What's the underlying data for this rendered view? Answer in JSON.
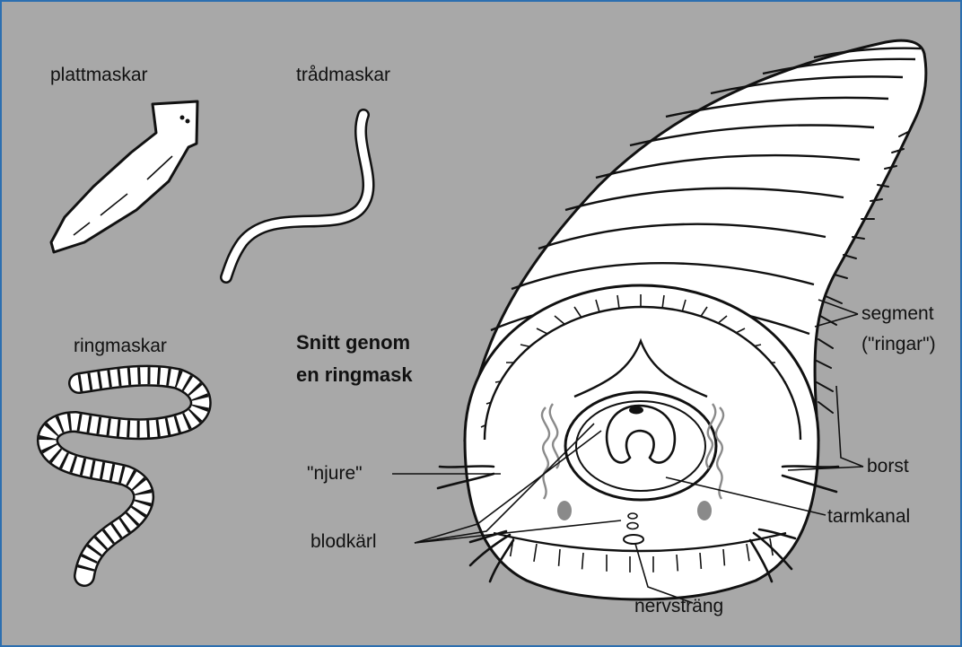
{
  "worm_types": {
    "flatworms": "plattmaskar",
    "roundworms": "trådmaskar",
    "segmented": "ringmaskar"
  },
  "section_title": {
    "line1": "Snitt genom",
    "line2": "en ringmask"
  },
  "parts": {
    "kidney": "\"njure\"",
    "blood_vessels": "blodkärl",
    "segment": "segment",
    "rings": "(\"ringar\")",
    "bristles": "borst",
    "intestine": "tarmkanal",
    "nerve_cord": "nervsträng"
  },
  "colors": {
    "background": "#a8a8a8",
    "border": "#2c6fb0",
    "worm_fill": "#ffffff",
    "organ_line": "#8a8a8a",
    "ink": "#111111"
  }
}
